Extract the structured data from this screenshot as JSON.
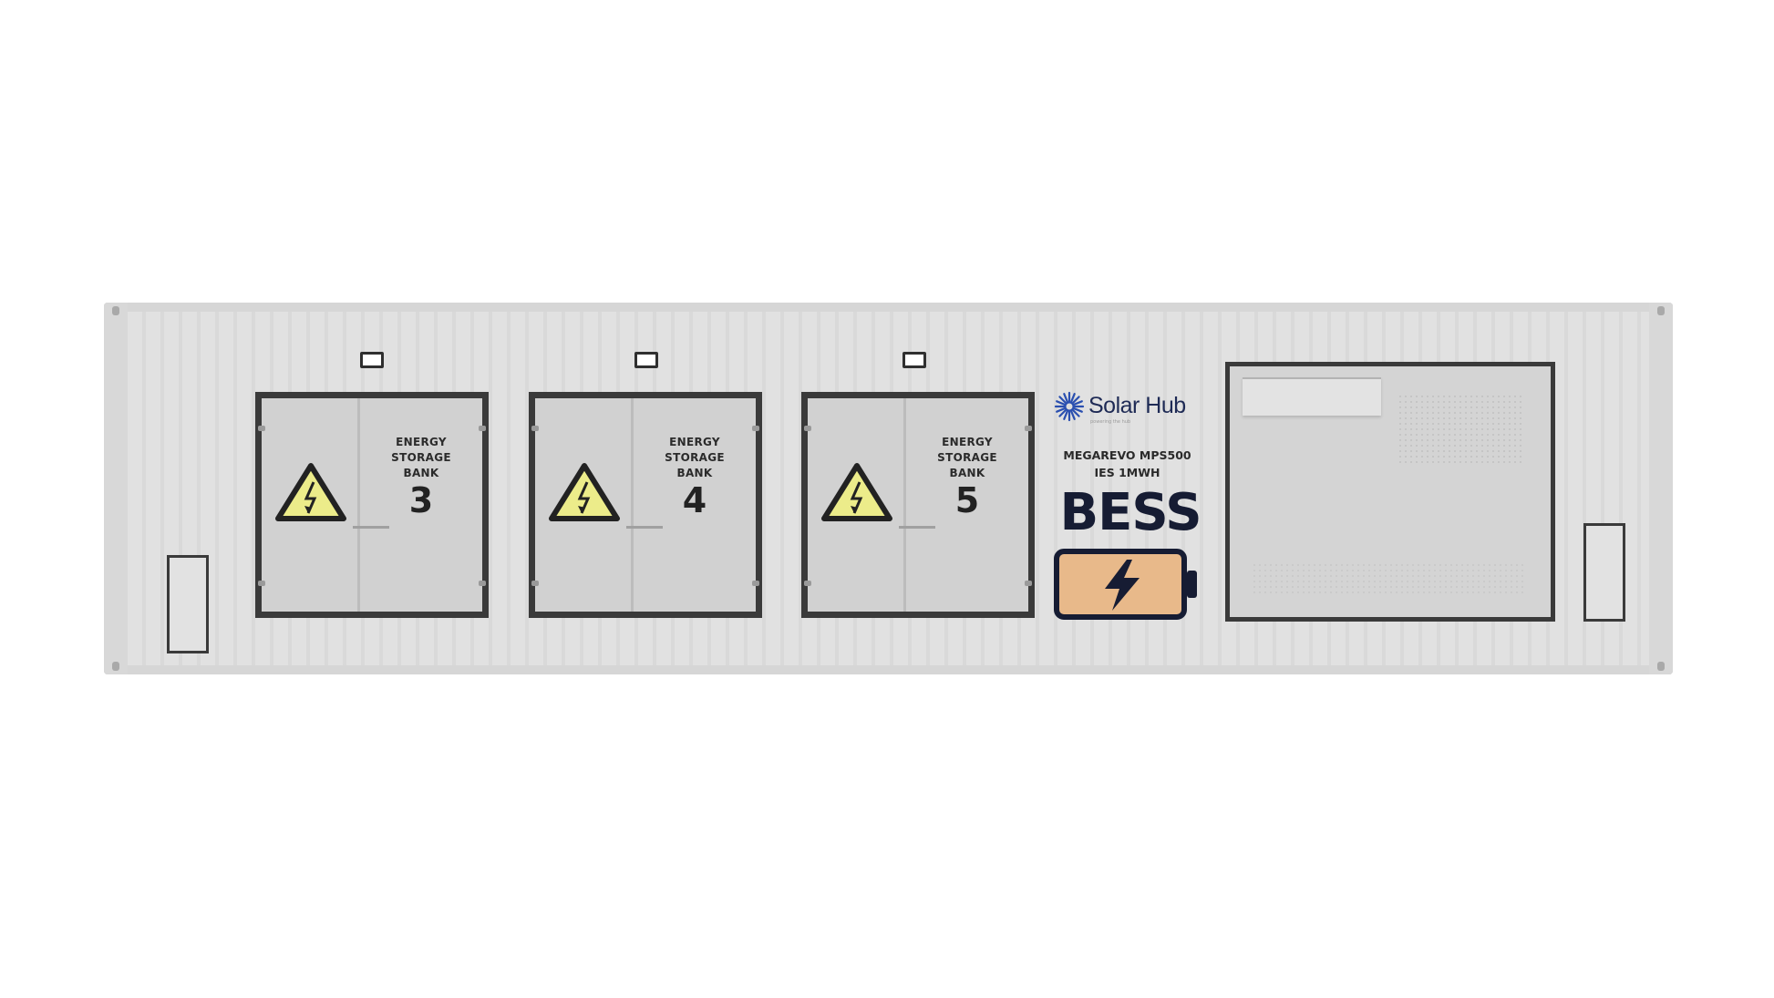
{
  "doors": [
    {
      "line1": "ENERGY",
      "line2": "STORAGE",
      "line3": "BANK",
      "number": "3"
    },
    {
      "line1": "ENERGY",
      "line2": "STORAGE",
      "line3": "BANK",
      "number": "4"
    },
    {
      "line1": "ENERGY",
      "line2": "STORAGE",
      "line3": "BANK",
      "number": "5"
    }
  ],
  "brand": {
    "name": "Solar Hub",
    "tagline": "powering the hub",
    "icon": "sunburst-icon",
    "color": "#1e2a55"
  },
  "model": {
    "line1": "MEGAREVO MPS500",
    "line2": "IES 1MWH"
  },
  "bess": {
    "label": "BESS",
    "icon": "battery-lightning-icon",
    "battery_fill_color": "#e8b98a",
    "outline_color": "#161c33"
  },
  "colors": {
    "container": "#dedede",
    "door_frame": "#3a3a3a",
    "warning_yellow": "#ecec8a"
  }
}
